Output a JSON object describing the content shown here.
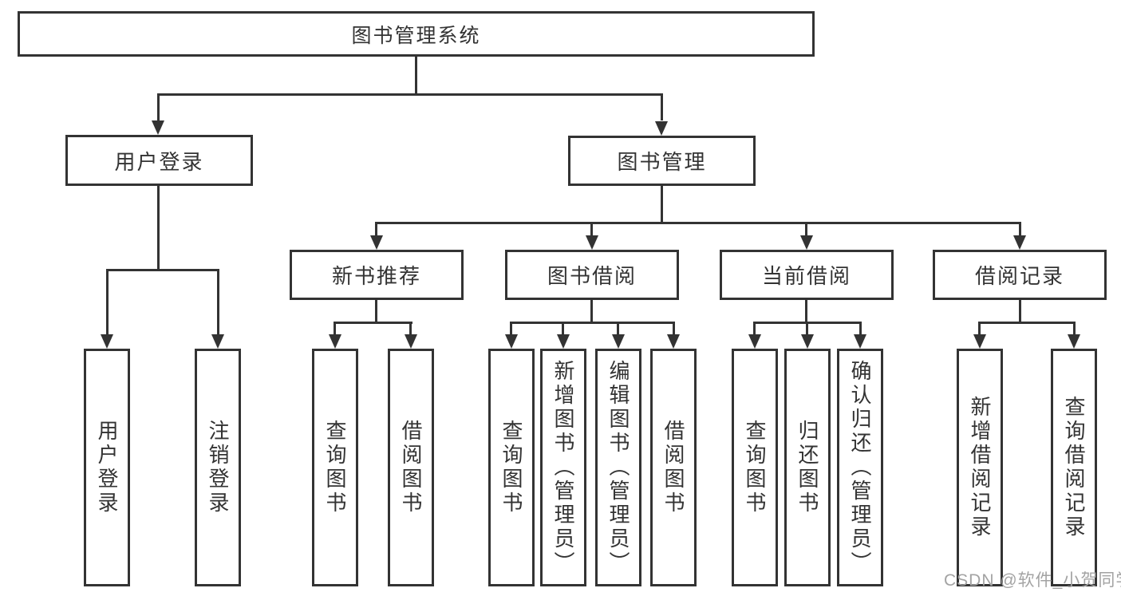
{
  "diagram_title": "图书管理系统",
  "tree": {
    "root": {
      "label": "图书管理系统",
      "children": [
        {
          "label": "用户登录",
          "children": [
            {
              "label": "用户登录"
            },
            {
              "label": "注销登录"
            }
          ]
        },
        {
          "label": "图书管理",
          "children": [
            {
              "label": "新书推荐",
              "children": [
                {
                  "label": "查询图书"
                },
                {
                  "label": "借阅图书"
                }
              ]
            },
            {
              "label": "图书借阅",
              "children": [
                {
                  "label": "查询图书"
                },
                {
                  "label": "新增图书（管理员）"
                },
                {
                  "label": "编辑图书（管理员）"
                },
                {
                  "label": "借阅图书"
                }
              ]
            },
            {
              "label": "当前借阅",
              "children": [
                {
                  "label": "查询图书"
                },
                {
                  "label": "归还图书"
                },
                {
                  "label": "确认归还（管理员）"
                }
              ]
            },
            {
              "label": "借阅记录",
              "children": [
                {
                  "label": "新增借阅记录"
                },
                {
                  "label": "查询借阅记录"
                }
              ]
            }
          ]
        }
      ]
    }
  },
  "watermark": {
    "text": "CSDN @软件_小贺同学"
  },
  "colors": {
    "line": "#333333",
    "text": "#333333",
    "background": "#ffffff",
    "watermark": "#a3a3a3"
  }
}
